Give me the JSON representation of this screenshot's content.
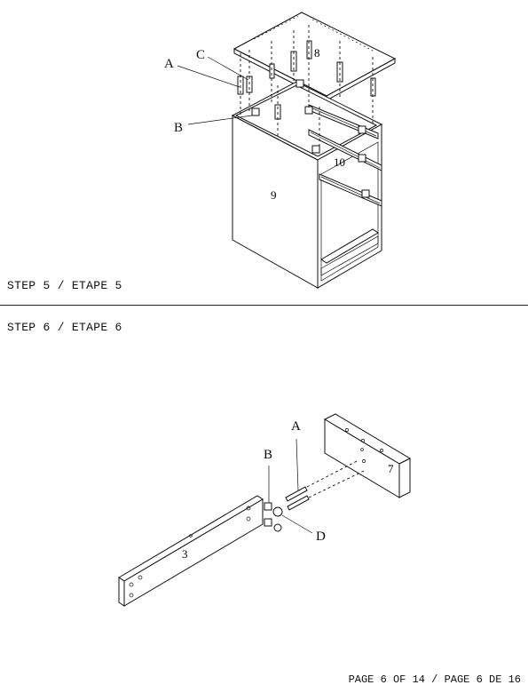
{
  "step5": {
    "label": "STEP 5 / ETAPE 5",
    "callouts": {
      "a": "A",
      "b": "B",
      "c": "C"
    },
    "parts": {
      "top": "8",
      "side": "9",
      "drawer_rail": "10"
    }
  },
  "step6": {
    "label": "STEP 6 / ETAPE 6",
    "callouts": {
      "a": "A",
      "b": "B",
      "d": "D"
    },
    "parts": {
      "panel": "3",
      "block": "7"
    }
  },
  "footer": {
    "page": "PAGE 6 OF 14 / PAGE 6 DE 16"
  }
}
